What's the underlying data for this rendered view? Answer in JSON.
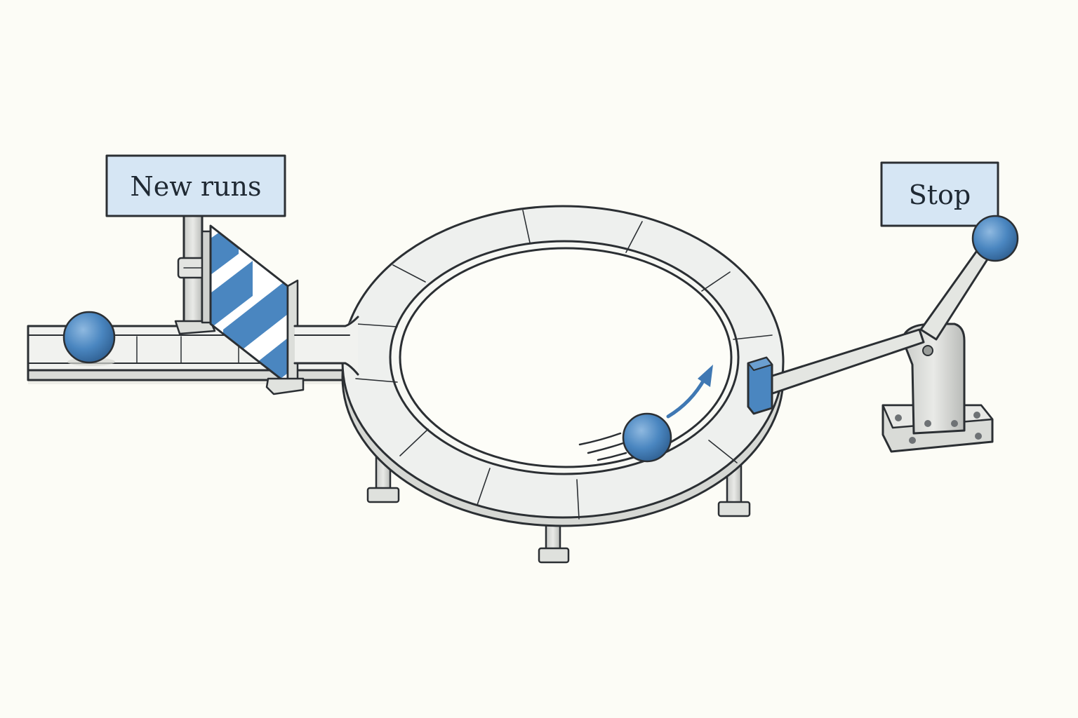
{
  "signs": {
    "entry": {
      "label": "New runs"
    },
    "exit": {
      "label": "Stop"
    }
  },
  "colors": {
    "background": "#fcfcf6",
    "ball_blue": "#4a86c0",
    "sign_fill": "#d6e6f4",
    "track_fill": "#eef0ee",
    "stripe_blue": "#4a86c0",
    "ink": "#2b2f33"
  },
  "icons": {
    "ball": "sphere",
    "motion": "curved-arrow",
    "gate": "striped-barrier",
    "lever": "stop-lever"
  }
}
